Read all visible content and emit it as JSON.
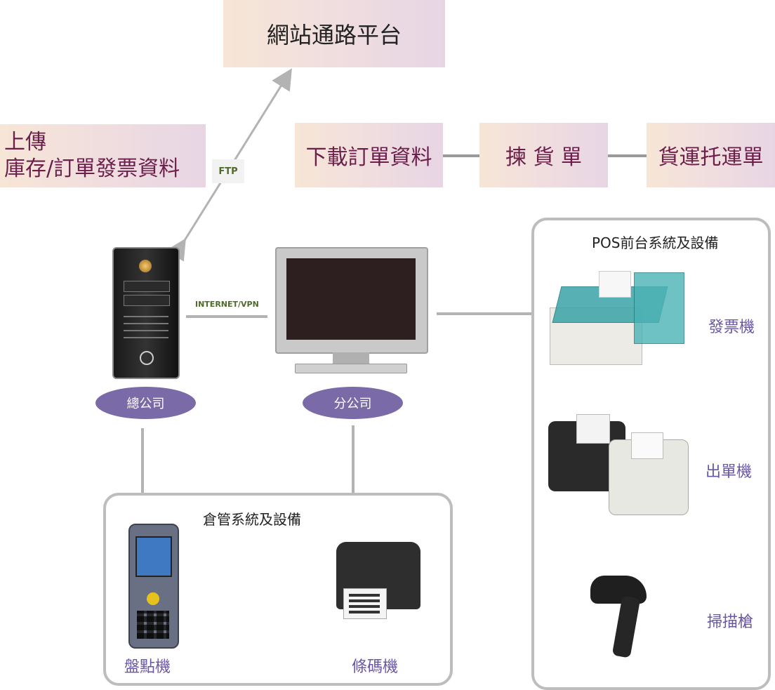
{
  "top_box": {
    "label": "網站通路平台"
  },
  "upload_box": {
    "line1": "上傳",
    "line2": "庫存/訂單發票資料"
  },
  "ftp_label": "FTP",
  "flow": {
    "download": "下載訂單資料",
    "pick": "揀 貨 單",
    "shipping": "貨運托運單"
  },
  "hq_label": "總公司",
  "branch_label": "分公司",
  "internet_label": "INTERNET/VPN",
  "pos_group": {
    "title": "POS前台系統及設備",
    "devices": [
      "發票機",
      "出單機",
      "掃描槍"
    ]
  },
  "warehouse_group": {
    "title": "倉管系統及設備",
    "devices": [
      "盤點機",
      "條碼機"
    ]
  },
  "colors": {
    "ellipse": "#7a6aa8",
    "box_text": "#6b1f4a",
    "device_text": "#6a57a3",
    "line": "#b3b3b3"
  }
}
